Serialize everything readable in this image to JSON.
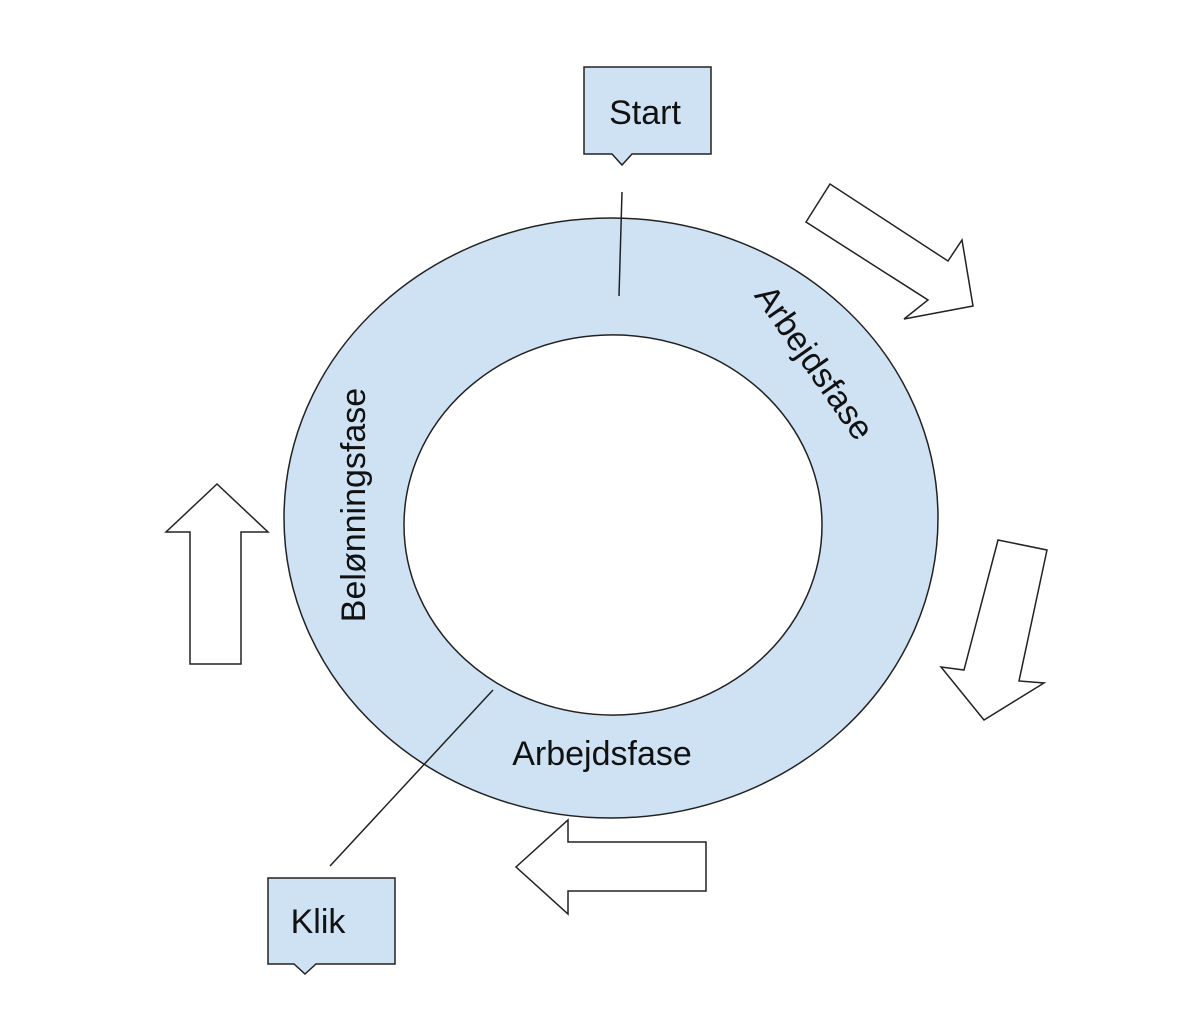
{
  "colors": {
    "ring_fill": "#cfe2f3",
    "stroke": "#222222",
    "arrow_fill": "#ffffff",
    "background": "#ffffff"
  },
  "callouts": {
    "start": {
      "label": "Start"
    },
    "click": {
      "label": "Klik"
    }
  },
  "phases": {
    "work_top_right": {
      "label": "Arbejdsfase"
    },
    "work_bottom": {
      "label": "Arbejdsfase"
    },
    "reward_left": {
      "label": "Belønningsfase"
    }
  },
  "arrows": [
    {
      "name": "arrow-right-down-icon",
      "direction": "down-right"
    },
    {
      "name": "arrow-down-icon",
      "direction": "down"
    },
    {
      "name": "arrow-left-icon",
      "direction": "left"
    },
    {
      "name": "arrow-up-icon",
      "direction": "up"
    }
  ]
}
